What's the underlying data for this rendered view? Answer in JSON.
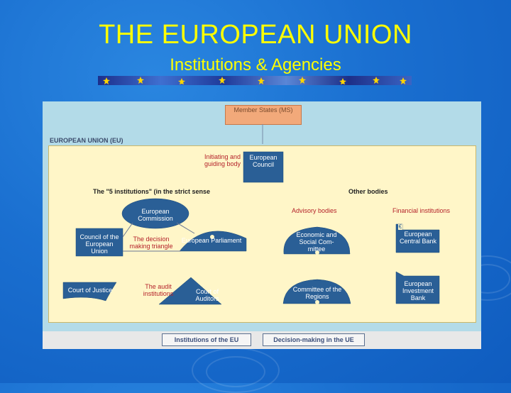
{
  "slide": {
    "title": "THE EUROPEAN UNION",
    "subtitle": "Institutions & Agencies"
  },
  "diagram": {
    "member_states": "Member States (MS)",
    "eu_label": "EUROPEAN UNION (EU)",
    "initiating_label": "Initiating and guiding body",
    "european_council": "European Council",
    "five_institutions": "The \"5 institutions\" (in the strict sense",
    "other_bodies": "Other bodies",
    "advisory_bodies": "Advisory bodies",
    "financial_institutions": "Financial institutions",
    "european_commission": "European Commission",
    "council_of_eu": "Council of the European Union",
    "decision_triangle": "The decision making triangle",
    "european_parliament": "European Parliament",
    "econ_social": "Economic and Social Com- mittee",
    "ecb": "European Central Bank",
    "ecb_symbol": "€",
    "court_of_justice": "Court of Justice",
    "audit_institutions": "The audit institutions",
    "court_of_auditors": "Court of Auditors",
    "committee_regions": "Committee of the Regions",
    "eib": "European Investment Bank"
  },
  "buttons": {
    "institutions": "Institutions of the EU",
    "decision_making": "Decision-making in the UE"
  },
  "colors": {
    "title": "#ffff00",
    "shape_fill": "#2a5f96",
    "panel": "#b3dbe8",
    "frame": "#fff6c8"
  },
  "icons": {
    "banner": "eu-flag-stars-banner",
    "euro": "euro-icon"
  }
}
